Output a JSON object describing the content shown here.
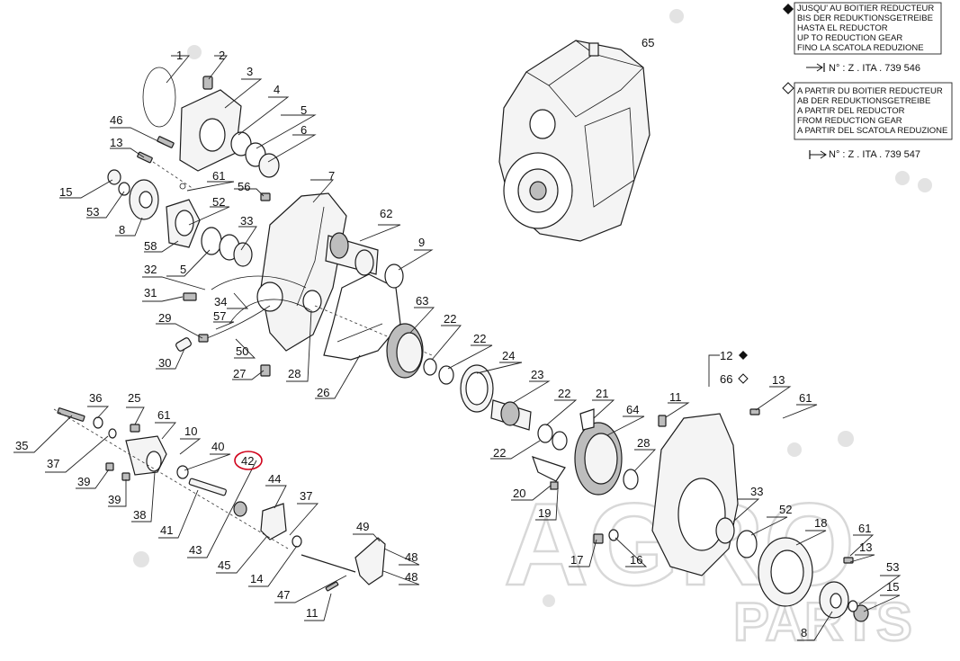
{
  "legend": {
    "top_lines": [
      "JUSQU' AU BOITIER REDUCTEUR",
      "BIS DER REDUKTIONSGETREIBE",
      "HASTA EL REDUCTOR",
      "UP TO REDUCTION GEAR",
      "FINO LA SCATOLA REDUZIONE"
    ],
    "top_serial": "N° : Z . ITA . 739 546",
    "bottom_lines": [
      "A PARTIR DU BOITIER REDUCTEUR",
      "AB DER REDUKTIONSGETREIBE",
      "A PARTIR DEL REDUCTOR",
      "FROM REDUCTION GEAR",
      "A PARTIR DEL SCATOLA REDUZIONE"
    ],
    "bottom_serial": "N° : Z . ITA . 739 547"
  },
  "watermark": {
    "line1": "AGRO",
    "line2": "PARTS"
  },
  "highlight": {
    "part_number": "42",
    "color": "#d0021b"
  },
  "callouts": {
    "c1": "1",
    "c2": "2",
    "c3": "3",
    "c4": "4",
    "c5a": "5",
    "c6": "6",
    "c46": "46",
    "c13a": "13",
    "c61a": "61",
    "c15a": "15",
    "c53a": "53",
    "c8a": "8",
    "c56": "56",
    "c52a": "52",
    "c58": "58",
    "c33a": "33",
    "c7": "7",
    "c62": "62",
    "c9": "9",
    "c5b": "5",
    "c32": "32",
    "c31": "31",
    "c34": "34",
    "c29": "29",
    "c57": "57",
    "c50": "50",
    "c30": "30",
    "c27": "27",
    "c28a": "28",
    "c26": "26",
    "c63": "63",
    "c22a": "22",
    "c22b": "22",
    "c24": "24",
    "c23": "23",
    "c22c": "22",
    "c22d": "22",
    "c21": "21",
    "c64": "64",
    "c28b": "28",
    "c20": "20",
    "c19": "19",
    "c65": "65",
    "c12": "12",
    "c66": "66",
    "c11": "11",
    "c13b": "13",
    "c61b": "61",
    "c33b": "33",
    "c52b": "52",
    "c18": "18",
    "c61c": "61",
    "c13c": "13",
    "c53b": "53",
    "c15b": "15",
    "c8b": "8",
    "c17": "17",
    "c16": "16",
    "c36": "36",
    "c25": "25",
    "c61d": "61",
    "c10": "10",
    "c35": "35",
    "c37a": "37",
    "c40": "40",
    "c42": "42",
    "c39a": "39",
    "c39b": "39",
    "c38": "38",
    "c41": "41",
    "c43": "43",
    "c44": "44",
    "c37b": "37",
    "c45": "45",
    "c14": "14",
    "c49": "49",
    "c48a": "48",
    "c48b": "48",
    "c47": "47",
    "c11b": "11"
  },
  "icons": {
    "diamond_filled": "filled-diamond-icon",
    "diamond_outline": "outline-diamond-icon",
    "arrow_to": "arrow-to-bar-icon",
    "arrow_from": "bar-to-arrow-icon"
  }
}
